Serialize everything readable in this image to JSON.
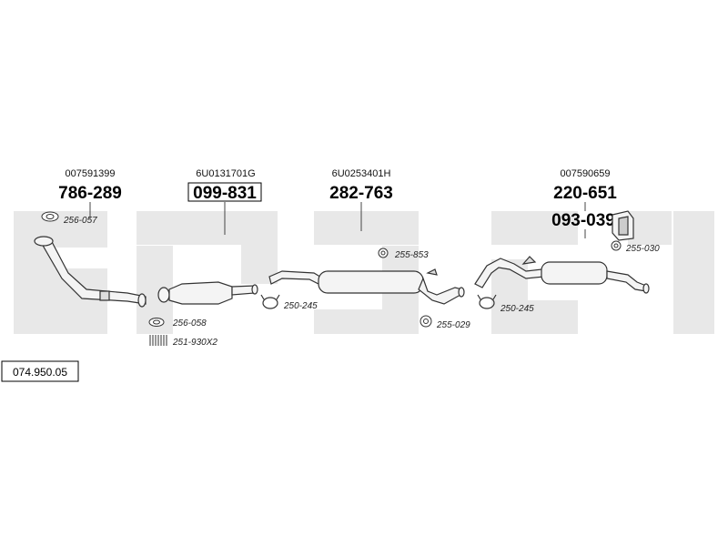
{
  "kit_number": "074.950.05",
  "main_parts": [
    {
      "oem": "007591399",
      "number": "786-289"
    },
    {
      "oem": "6U0131701G",
      "number": "099-831"
    },
    {
      "oem": "6U0253401H",
      "number": "282-763"
    },
    {
      "oem": "007590659",
      "number": "220-651"
    },
    {
      "oem": "",
      "number": "093-039"
    }
  ],
  "accessories": [
    {
      "label": "256-057",
      "icon": "gasket-icon"
    },
    {
      "label": "256-058",
      "icon": "gasket-icon"
    },
    {
      "label": "251-930X2",
      "icon": "spring-icon"
    },
    {
      "label": "250-245",
      "icon": "clamp-icon"
    },
    {
      "label": "255-853",
      "icon": "rubber-mount-icon"
    },
    {
      "label": "255-029",
      "icon": "rubber-mount-icon"
    },
    {
      "label": "250-245",
      "icon": "clamp-icon"
    },
    {
      "label": "255-030",
      "icon": "rubber-mount-icon"
    }
  ],
  "colors": {
    "watermark": "#e8e8e8",
    "line": "#444444",
    "pipe_fill": "#f4f4f4"
  }
}
